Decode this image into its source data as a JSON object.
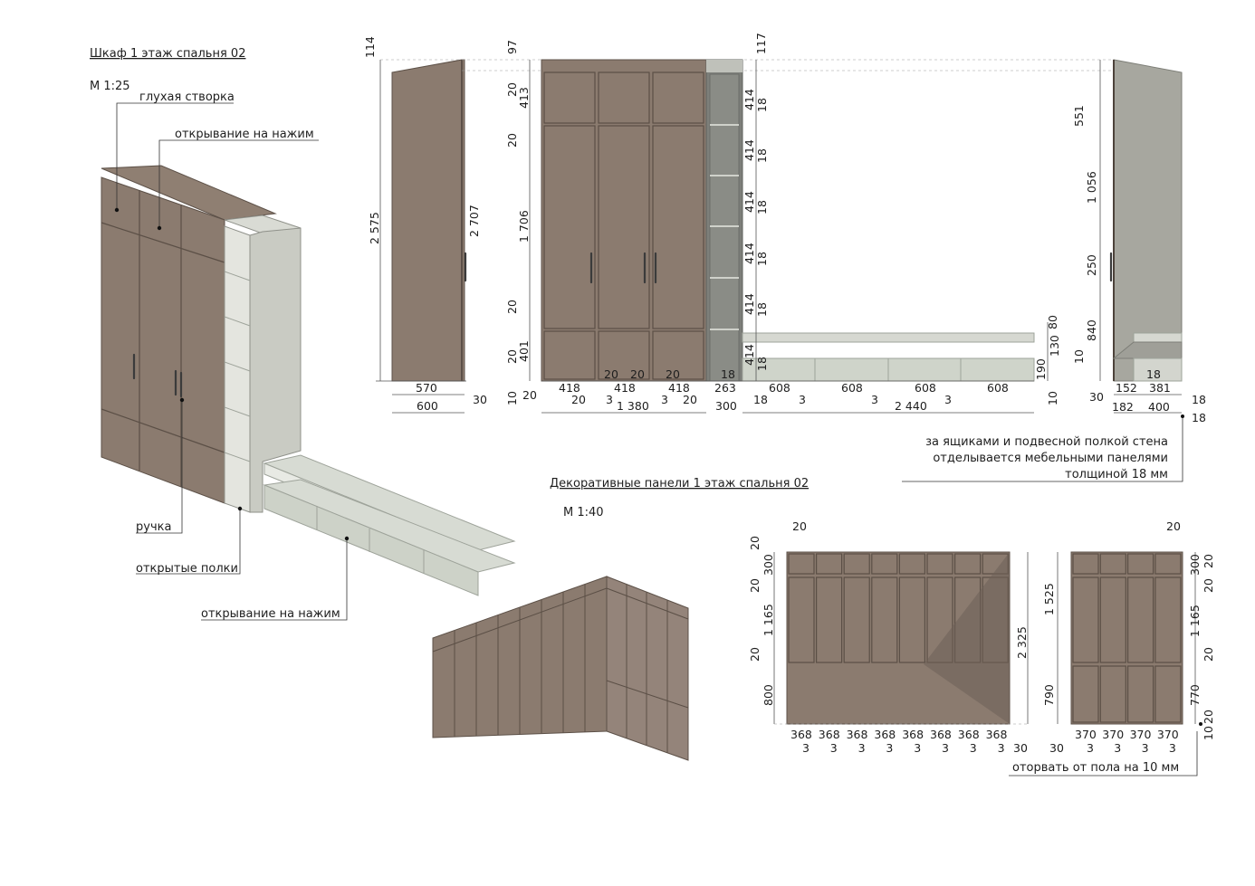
{
  "titles": {
    "wardrobe": "Шкаф 1 этаж спальня 02",
    "wardrobe_scale": "М 1:25",
    "panels": "Декоративные панели 1 этаж спальня 02",
    "panels_scale": "М 1:40"
  },
  "callouts": {
    "blind_leaf": "глухая створка",
    "push_open_top": "открывание на нажим",
    "handle": "ручка",
    "open_shelves": "открытые полки",
    "push_open_drawers": "открывание на нажим"
  },
  "notes": {
    "wall_note_1": "за ящиками и подвесной полкой стена",
    "wall_note_2": "отделывается мебельными панелями",
    "wall_note_3": "толщиной 18 мм",
    "floor_gap": "оторвать от пола на 10 мм"
  },
  "side_view": {
    "top_offset": "114",
    "height_front": "2 575",
    "height_total": "2 707",
    "depth": "570",
    "depth_total": "600",
    "back_gap": "30"
  },
  "front_view": {
    "top_gap": "97",
    "upper_rail": "20",
    "upper_height": "413",
    "mid_rail": "20",
    "middle_height": "1 706",
    "lower_rail": "20",
    "lower_rail_2": "20",
    "lower_height": "401",
    "plinth": "10",
    "gap_left": "20",
    "door_widths": [
      "418",
      "418",
      "418"
    ],
    "door_gaps": [
      "3",
      "3"
    ],
    "rails": [
      "20",
      "20",
      "20"
    ],
    "total_width": "1 380",
    "edge_left": "20",
    "edge_right": "20",
    "shelf_unit_width": "263",
    "shelf_unit_total": "300",
    "shelf_panel": "18"
  },
  "shelf_column": {
    "top_gap": "117",
    "shelf_heights": [
      "414",
      "414",
      "414",
      "414",
      "414",
      "414"
    ],
    "shelf_thickness": [
      "18",
      "18",
      "18",
      "18",
      "18",
      "18"
    ]
  },
  "drawers": {
    "widths": [
      "608",
      "608",
      "608",
      "608"
    ],
    "gaps": [
      "3",
      "3",
      "3"
    ],
    "side_panel": "18",
    "total": "2 440",
    "top_shelf": "80",
    "drawer_height": "190",
    "gap_130": "130",
    "plinth": "10",
    "plinth_right": "10"
  },
  "right_side": {
    "upper": "551",
    "mid": "1 056",
    "handle_zone": "250",
    "lower": "840",
    "floor": "10",
    "gap": "30",
    "a": "152",
    "b": "381",
    "c": "182",
    "d": "400",
    "thick1": "18",
    "thick2": "18",
    "inner_panel": "18"
  },
  "panels_left": {
    "top_gap": "20",
    "top_height": "300",
    "rail": "20",
    "mid_height": "1 165",
    "rail_2": "20",
    "bottom_height": "800",
    "total_height": "2 325",
    "widths": [
      "368",
      "368",
      "368",
      "368",
      "368",
      "368",
      "368",
      "368"
    ],
    "gaps": [
      "3",
      "3",
      "3",
      "3",
      "3",
      "3",
      "3",
      "3"
    ],
    "edge": "30",
    "top_label": "20"
  },
  "panels_right": {
    "top_label": "20",
    "upper_height": "1 525",
    "lower_height": "790",
    "edge": "30",
    "widths": [
      "370",
      "370",
      "370",
      "370"
    ],
    "gaps": [
      "3",
      "3",
      "3",
      "3"
    ],
    "top_height": "300",
    "top_gap": "20",
    "rail": "20",
    "mid_height": "1 165",
    "rail_2": "20",
    "bottom_height": "770",
    "bottom_gap": "20",
    "floor_gap": "10"
  },
  "colors": {
    "door": "#8b7b6f",
    "shelf": "#c9cbc3",
    "marble": "#d7dbd3"
  }
}
